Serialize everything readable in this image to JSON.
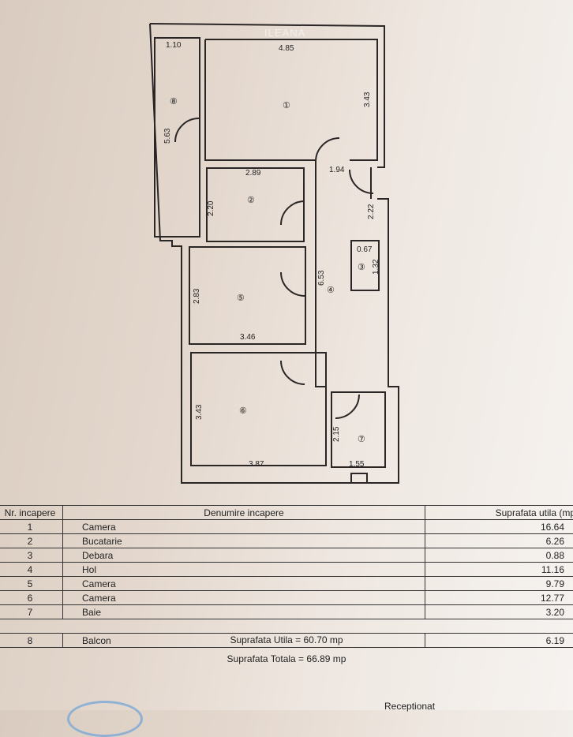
{
  "watermark": "ILEANA",
  "plan": {
    "rooms": [
      "①",
      "②",
      "③",
      "④",
      "⑤",
      "⑥",
      "⑦",
      "⑧"
    ],
    "dims": {
      "d110": "1.10",
      "d485": "4.85",
      "d343a": "3.43",
      "d563": "5.63",
      "d289": "2.89",
      "d194": "1.94",
      "d220": "2.20",
      "d222": "2.22",
      "d067": "0.67",
      "d132": "1.32",
      "d653": "6.53",
      "d283": "2.83",
      "d346": "3.46",
      "d343b": "3.43",
      "d387": "3.87",
      "d215": "2.15",
      "d155": "1.55"
    }
  },
  "table": {
    "headers": [
      "Nr. incapere",
      "Denumire incapere",
      "Suprafata utila (mp"
    ],
    "rows": [
      {
        "nr": "1",
        "name": "Camera",
        "area": "16.64"
      },
      {
        "nr": "2",
        "name": "Bucatarie",
        "area": "6.26"
      },
      {
        "nr": "3",
        "name": "Debara",
        "area": "0.88"
      },
      {
        "nr": "4",
        "name": "Hol",
        "area": "11.16"
      },
      {
        "nr": "5",
        "name": "Camera",
        "area": "9.79"
      },
      {
        "nr": "6",
        "name": "Camera",
        "area": "12.77"
      },
      {
        "nr": "7",
        "name": "Baie",
        "area": "3.20"
      }
    ],
    "utila": "Suprafata Utila = 60.70 mp",
    "balcon": {
      "nr": "8",
      "name": "Balcon",
      "area": "6.19"
    },
    "totala": "Suprafata Totala = 66.89 mp"
  },
  "receptionat": "Receptionat",
  "colors": {
    "paper": "#e4d8ce",
    "ink": "#2a2626",
    "stamp": "#7aa7d6"
  }
}
